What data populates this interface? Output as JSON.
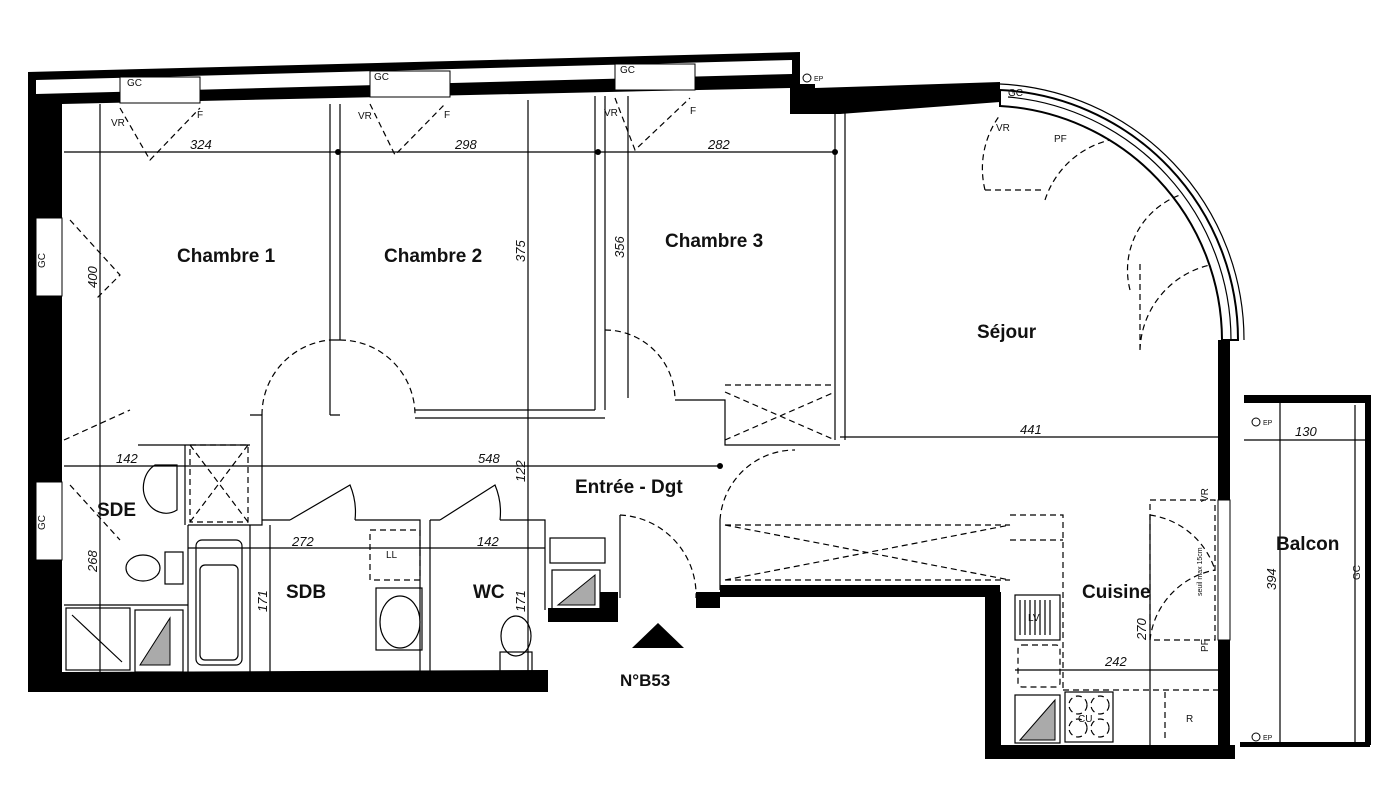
{
  "plan": {
    "lot_number": "N°B53",
    "rooms": {
      "chambre1": "Chambre 1",
      "chambre2": "Chambre 2",
      "chambre3": "Chambre 3",
      "sejour": "Séjour",
      "entree": "Entrée - Dgt",
      "sde": "SDE",
      "sdb": "SDB",
      "wc": "WC",
      "cuisine": "Cuisine",
      "balcon": "Balcon"
    },
    "dimensions": {
      "ch1_width": "324",
      "ch2_width": "298",
      "ch3_width": "282",
      "ch1_depth": "400",
      "ch2_depth": "375",
      "ch3_depth": "356",
      "sejour_width": "441",
      "entree_width": "548",
      "entree_depth": "122",
      "sde_width": "142",
      "sde_depth": "268",
      "sdb_width": "272",
      "sdb_depth": "171",
      "wc_width": "142",
      "wc_depth": "171",
      "cuisine_width": "242",
      "cuisine_depth": "270",
      "balcon_width": "130",
      "balcon_depth": "394"
    },
    "annotations": {
      "gc": "GC",
      "vr": "VR",
      "f": "F",
      "pf": "PF",
      "ep": "EP",
      "ll": "LL",
      "lv": "LV",
      "cu": "CU",
      "r": "R",
      "seuil": "seuil max 15cm"
    }
  }
}
